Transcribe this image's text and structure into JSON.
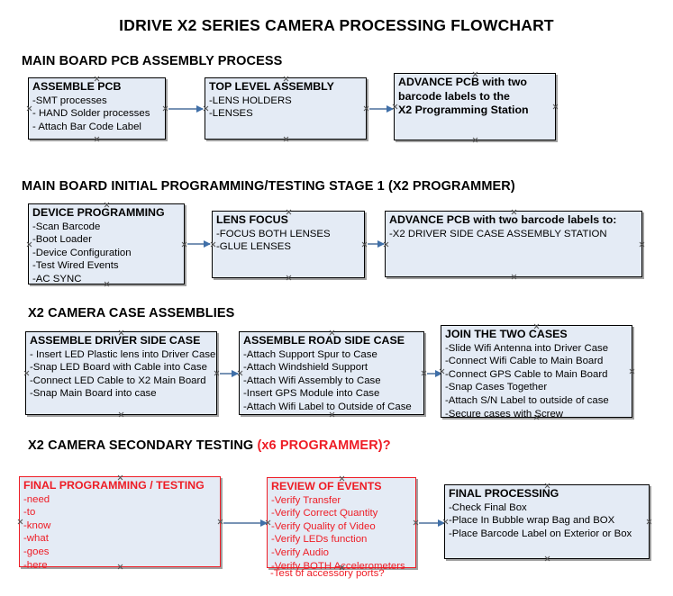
{
  "document": {
    "title": "IDRIVE X2  SERIES CAMERA PROCESSING FLOWCHART"
  },
  "colors": {
    "box_fill": "#e4ebf5",
    "box_border": "#000000",
    "red_accent": "#ee1c25",
    "connector": "#7893b5",
    "arrow": "#3f6fa8",
    "background": "#ffffff"
  },
  "sections": [
    {
      "id": "main-board-pcb-assembly",
      "heading": "MAIN BOARD PCB ASSEMBLY PROCESS",
      "heading_red_suffix": "",
      "boxes": [
        {
          "id": "assemble-pcb",
          "title": "ASSEMBLE PCB",
          "title_lines": [
            "ASSEMBLE PCB"
          ],
          "lines": [
            "-SMT processes",
            "- HAND Solder processes",
            "- Attach Bar Code Label"
          ]
        },
        {
          "id": "top-level-assembly",
          "title": "TOP LEVEL ASSEMBLY",
          "title_lines": [
            "TOP LEVEL ASSEMBLY"
          ],
          "lines": [
            "-LENS HOLDERS",
            "-LENSES"
          ]
        },
        {
          "id": "advance-pcb-x2-programming-station",
          "title": "ADVANCE PCB with two barcode labels to the  X2 Programming Station",
          "title_lines": [
            "ADVANCE PCB with two",
            "barcode labels to the",
            " X2 Programming Station"
          ],
          "lines": []
        }
      ]
    },
    {
      "id": "main-board-initial-programming",
      "heading": "MAIN BOARD INITIAL PROGRAMMING/TESTING STAGE 1 (X2 PROGRAMMER)",
      "heading_red_suffix": "",
      "boxes": [
        {
          "id": "device-programming",
          "title": "DEVICE PROGRAMMING",
          "title_lines": [
            "DEVICE PROGRAMMING"
          ],
          "lines": [
            "-Scan Barcode",
            "-Boot Loader",
            "-Device Configuration",
            "-Test Wired Events",
            "-AC SYNC"
          ]
        },
        {
          "id": "lens-focus",
          "title": "LENS FOCUS",
          "title_lines": [
            "LENS FOCUS"
          ],
          "lines": [
            "-FOCUS BOTH LENSES",
            "-GLUE LENSES"
          ]
        },
        {
          "id": "advance-pcb-driver-side-case",
          "title": "ADVANCE PCB with two barcode labels to:",
          "title_lines": [
            "ADVANCE PCB with two barcode labels to:"
          ],
          "lines": [
            "-X2 DRIVER  SIDE  CASE  ASSEMBLY STATION"
          ]
        }
      ]
    },
    {
      "id": "x2-camera-case-assemblies",
      "heading": "X2 CAMERA CASE ASSEMBLIES",
      "heading_red_suffix": "",
      "boxes": [
        {
          "id": "assemble-driver-side-case",
          "title": "ASSEMBLE DRIVER SIDE CASE",
          "title_lines": [
            "ASSEMBLE DRIVER SIDE CASE"
          ],
          "lines": [
            "- Insert LED Plastic lens into Driver Case",
            "-Snap LED Board with Cable into Case",
            "-Connect LED Cable to X2 Main Board",
            "-Snap Main Board into case"
          ]
        },
        {
          "id": "assemble-road-side-case",
          "title": "ASSEMBLE ROAD SIDE CASE",
          "title_lines": [
            "ASSEMBLE ROAD SIDE CASE"
          ],
          "lines": [
            "-Attach Support Spur to Case",
            "-Attach Windshield Support",
            "-Attach Wifi Assembly to Case",
            "-Insert GPS Module into Case",
            "-Attach Wifi Label to Outside of Case"
          ]
        },
        {
          "id": "join-the-two-cases",
          "title": "JOIN THE TWO CASES",
          "title_lines": [
            "JOIN THE TWO CASES"
          ],
          "lines": [
            "-Slide Wifi Antenna into Driver Case",
            "-Connect Wifi Cable to Main Board",
            "-Connect GPS Cable to Main Board",
            "-Snap Cases Together",
            "-Attach S/N Label to outside of case",
            "-Secure cases with Screw"
          ]
        }
      ]
    },
    {
      "id": "x2-camera-secondary-testing",
      "heading": "X2 CAMERA SECONDARY TESTING ",
      "heading_red_suffix": "(x6 PROGRAMMER)?",
      "boxes": [
        {
          "id": "final-programming-testing",
          "title": "FINAL PROGRAMMING / TESTING",
          "title_lines": [
            "FINAL PROGRAMMING / TESTING"
          ],
          "lines": [
            "-need",
            "-to",
            "-know",
            "-what",
            "-goes",
            "-here"
          ]
        },
        {
          "id": "review-of-events",
          "title": "REVIEW OF EVENTS",
          "title_lines": [
            "REVIEW OF EVENTS"
          ],
          "lines": [
            "-Verify Transfer",
            "-Verify Correct Quantity",
            "-Verify Quality of Video",
            "-Verify LEDs function",
            "-Verify Audio",
            "-Verify BOTH Accelerometers"
          ],
          "overflow_line": "-Test of accessory ports?"
        },
        {
          "id": "final-processing",
          "title": "FINAL PROCESSING",
          "title_lines": [
            "FINAL PROCESSING"
          ],
          "lines": [
            " -Check Final Box",
            "-Place In Bubble wrap Bag and BOX",
            "-Place Barcode Label on Exterior or Box"
          ]
        }
      ]
    }
  ]
}
